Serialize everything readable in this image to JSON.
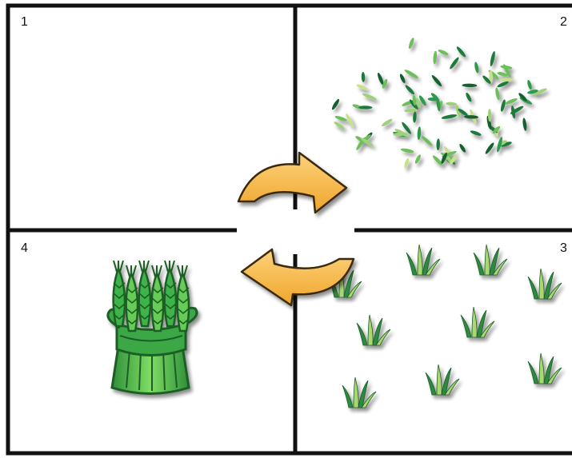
{
  "quadrants": [
    {
      "number": "1",
      "content": "empty"
    },
    {
      "number": "2",
      "content": "seeds"
    },
    {
      "number": "3",
      "content": "sprouts"
    },
    {
      "number": "4",
      "content": "wheat-sheaf"
    }
  ],
  "cycle_arrows": {
    "count": 2,
    "direction": "clockwise"
  },
  "colors": {
    "frame": "#111111",
    "arrow_fill": "#f6b53d",
    "arrow_stroke": "#3a2a10",
    "seed_dark": "#1f7a3a",
    "seed_light": "#c9e08e",
    "sprout_dark": "#2f8a3f",
    "sprout_light": "#a9d870",
    "sheaf_dark": "#1e6b2a",
    "sheaf_light": "#66cc55"
  }
}
